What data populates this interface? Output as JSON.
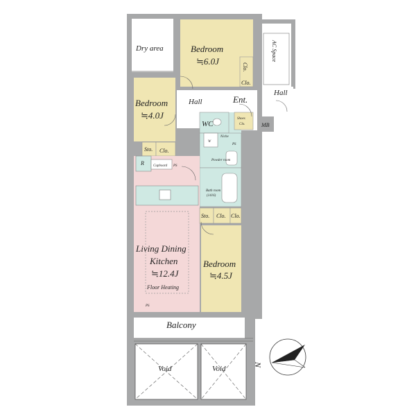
{
  "rooms": {
    "dry_area": "Dry area",
    "bedroom_north": {
      "name": "Bedroom",
      "size": "≒6.0J"
    },
    "bedroom_west": {
      "name": "Bedroom",
      "size": "≒4.0J"
    },
    "bedroom_south": {
      "name": "Bedroom",
      "size": "≒4.5J"
    },
    "ldk": {
      "name1": "Living Dining",
      "name2": "Kitchen",
      "size": "≒12.4J",
      "note": "Floor Heating"
    },
    "hall_inner": "Hall",
    "hall_outer": "Hall",
    "entrance": "Ent.",
    "ac_space": "AC Space",
    "mb": "MB",
    "balcony": "Balcony",
    "void_left": "Void",
    "void_right": "Void"
  },
  "fixtures": {
    "clo_1": "Clo.",
    "clo_2": "Clo.",
    "clo_3": "Clo.",
    "clo_4": "Clo.",
    "clo_5": "Clo.",
    "sto_1": "Sto.",
    "sto_2": "Sto.",
    "shoes": "Shoes",
    "shoes_clo": "Clo.",
    "wc": "WC",
    "w": "W",
    "r": "R",
    "cupboard": "Cupboard",
    "niche": "Niche",
    "powder_room": "Powder room",
    "bath_room": "Bath room",
    "bath_size": "(1416)",
    "ps_1": "PS",
    "ps_2": "PS",
    "ps_3": "PS"
  },
  "compass": {
    "label": "N"
  },
  "colors": {
    "wall": "#a7a8a9",
    "bedroom": "#f0e6b3",
    "ldk": "#f4d8d8",
    "wet": "#cfe9e3",
    "corridor": "#ffffff",
    "outline": "#666666"
  }
}
